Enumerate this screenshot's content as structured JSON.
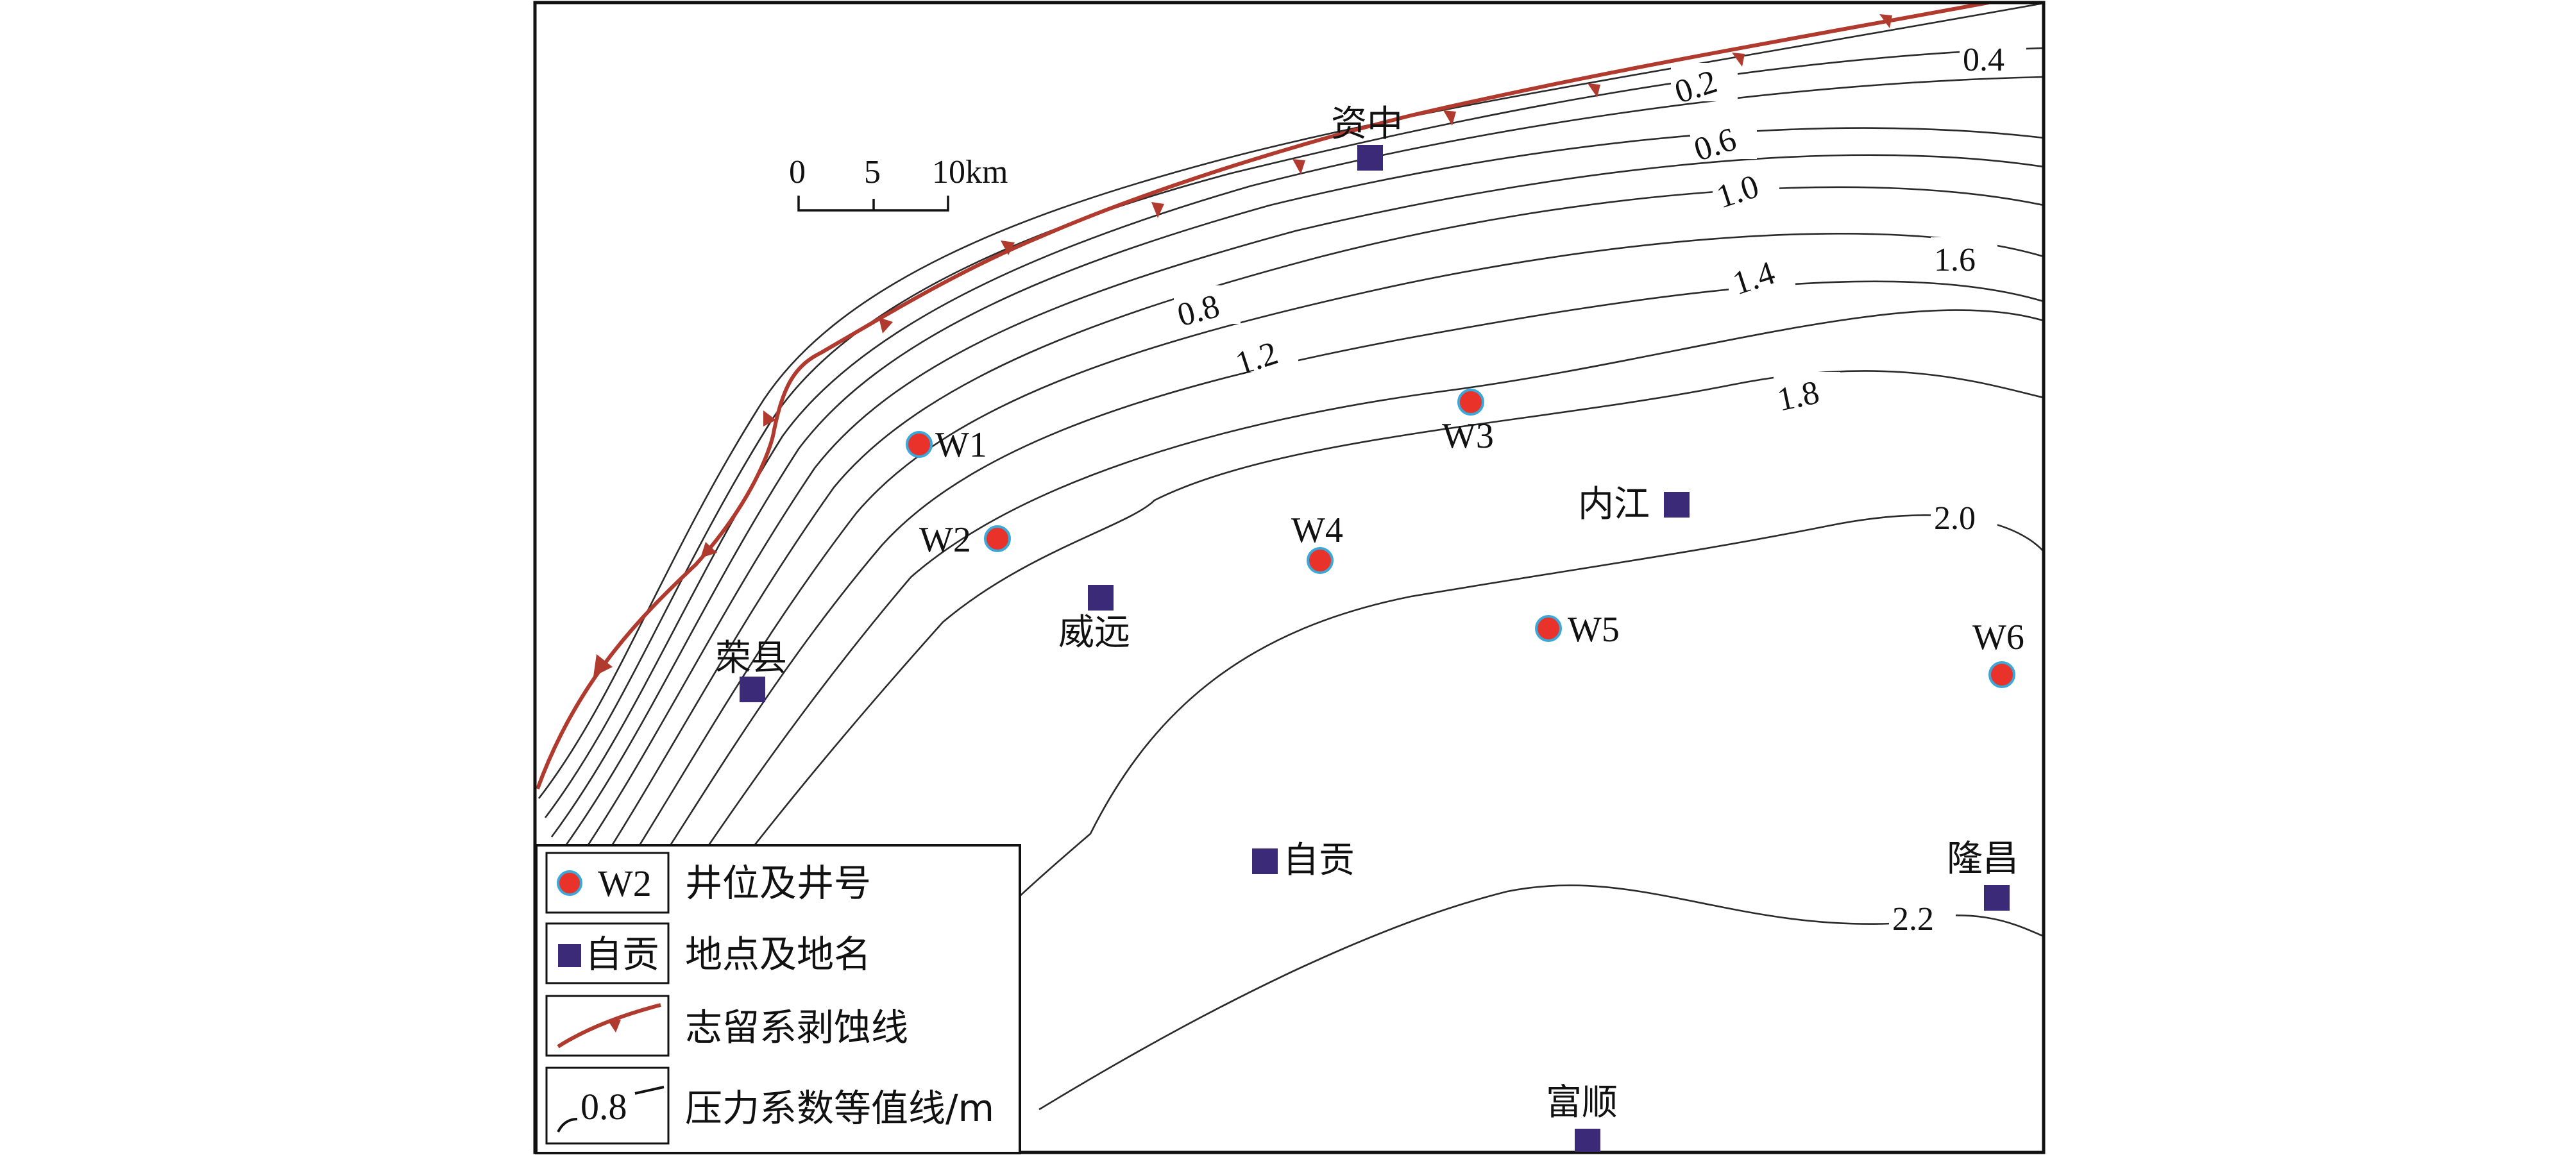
{
  "map": {
    "contour_labels": [
      "0.2",
      "0.4",
      "0.6",
      "0.8",
      "1.0",
      "1.2",
      "1.4",
      "1.6",
      "1.8",
      "2.0",
      "2.2"
    ],
    "wells": [
      "W1",
      "W2",
      "W3",
      "W4",
      "W5",
      "W6"
    ],
    "places": [
      "资中",
      "荣县",
      "威远",
      "内江",
      "自贡",
      "隆昌",
      "富顺"
    ],
    "scale_bar": {
      "ticks": [
        "0",
        "5",
        "10km"
      ]
    }
  },
  "legend": {
    "well": {
      "sample": "W2",
      "text": "井位及井号"
    },
    "place": {
      "sample": "自贡",
      "text": "地点及地名"
    },
    "erosion": {
      "text": "志留系剥蚀线"
    },
    "contour": {
      "sample": "0.8",
      "text": "压力系数等值线/m"
    }
  },
  "colors": {
    "well_fill": "#e8322a",
    "well_stroke": "#3aa8d8",
    "place_fill": "#3b2a78",
    "erosion_line": "#b03a2e",
    "contour_line": "#2a2a2a"
  }
}
